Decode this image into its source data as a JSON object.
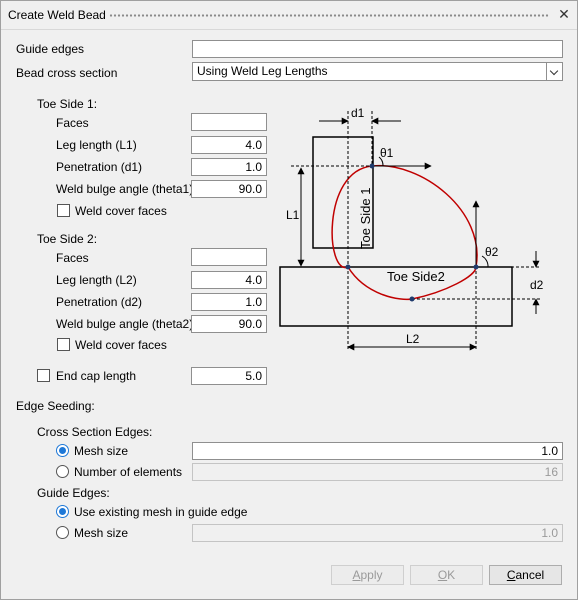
{
  "window": {
    "title": "Create Weld Bead",
    "close_glyph": "✕"
  },
  "guide_edges": {
    "label": "Guide edges",
    "value": ""
  },
  "bead_cross_section": {
    "label": "Bead cross section",
    "value": "Using Weld Leg Lengths"
  },
  "toe_side_1": {
    "heading": "Toe Side 1:",
    "faces_label": "Faces",
    "faces_value": "",
    "leg_length_label": "Leg length (L1)",
    "leg_length_value": "4.0",
    "penetration_label": "Penetration (d1)",
    "penetration_value": "1.0",
    "bulge_label": "Weld bulge angle (theta1)",
    "bulge_value": "90.0",
    "weld_cover_label": "Weld cover faces"
  },
  "toe_side_2": {
    "heading": "Toe Side 2:",
    "faces_label": "Faces",
    "faces_value": "",
    "leg_length_label": "Leg length (L2)",
    "leg_length_value": "4.0",
    "penetration_label": "Penetration (d2)",
    "penetration_value": "1.0",
    "bulge_label": "Weld bulge angle (theta2)",
    "bulge_value": "90.0",
    "weld_cover_label": "Weld cover faces"
  },
  "end_cap": {
    "label": "End cap length",
    "value": "5.0"
  },
  "diagram": {
    "d1": "d1",
    "theta1": "θ1",
    "l1": "L1",
    "toe_side1": "Toe Side 1",
    "toe_side2": "Toe Side2",
    "theta2": "θ2",
    "d2": "d2",
    "l2": "L2",
    "curve_color": "#c00000"
  },
  "edge_seeding": {
    "heading": "Edge Seeding:",
    "cross_section": {
      "heading": "Cross Section Edges:",
      "mesh_size_label": "Mesh size",
      "mesh_size_value": "1.0",
      "num_elements_label": "Number of elements",
      "num_elements_value": "16",
      "selected": "mesh_size"
    },
    "guide_edges": {
      "heading": "Guide Edges:",
      "use_existing_label": "Use existing mesh in guide edge",
      "mesh_size_label": "Mesh size",
      "mesh_size_value": "1.0",
      "selected": "use_existing"
    }
  },
  "buttons": {
    "apply_first": "A",
    "apply_rest": "pply",
    "ok_first": "O",
    "ok_rest": "K",
    "cancel_first": "C",
    "cancel_rest": "ancel"
  },
  "colors": {
    "accent": "#1e78d7",
    "background": "#f0f0f0"
  }
}
